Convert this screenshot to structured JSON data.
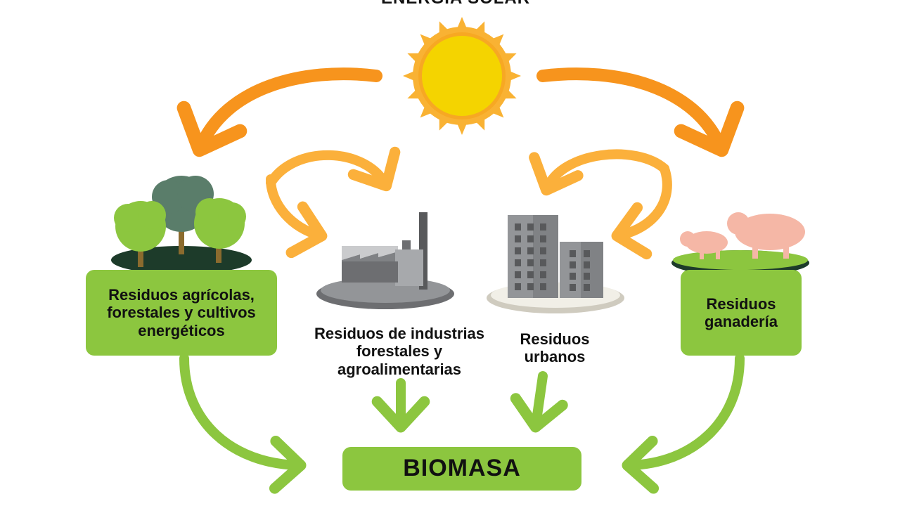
{
  "title": "ENERGÍA SOLAR",
  "colors": {
    "accent_green": "#8cc63f",
    "sun_orange_arrow": "#f7941d",
    "sun_yellow_arrow": "#fbb03b",
    "sun_core": "#f4d400",
    "sun_rays": "#f9b233",
    "text": "#111111"
  },
  "sources": [
    {
      "id": "agricola",
      "lines": [
        "Residuos agrícolas,",
        "forestales y cultivos",
        "energéticos"
      ],
      "icon": "tree-icon"
    },
    {
      "id": "industria",
      "lines": [
        "Residuos de industrias",
        "forestales y",
        "agroalimentarias"
      ],
      "icon": "factory-icon"
    },
    {
      "id": "urbano",
      "lines": [
        "Residuos",
        "urbanos"
      ],
      "icon": "buildings-icon"
    },
    {
      "id": "ganaderia",
      "lines": [
        "Residuos",
        "ganadería"
      ],
      "icon": "pig-icon"
    }
  ],
  "result": {
    "label": "BIOMASA"
  }
}
